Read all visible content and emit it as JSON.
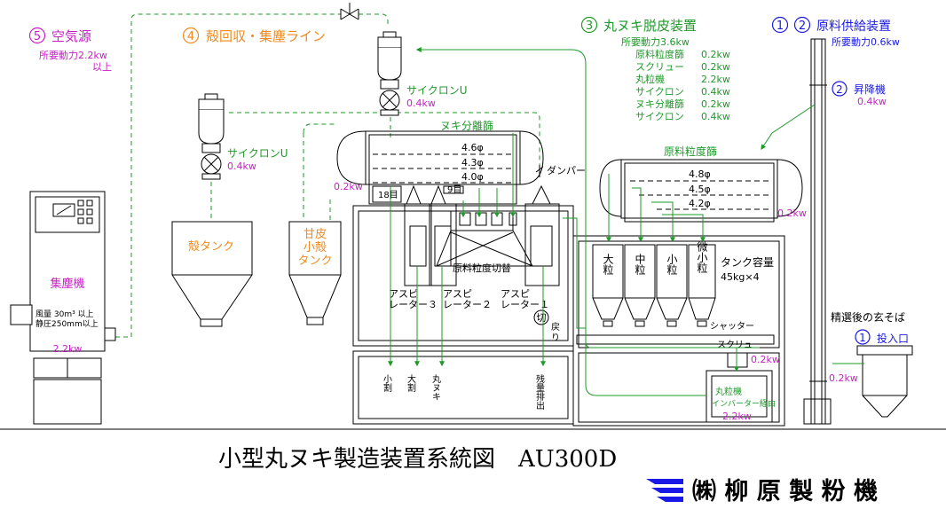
{
  "title": "小型丸ヌキ製造装置系統図　AU300D",
  "company": "㈱ 柳 原 製 粉 機",
  "colors": {
    "green": "#1f9a2a",
    "magenta": "#c81ec8",
    "orange": "#f08a1e",
    "blue": "#1a1ae6",
    "black": "#000000"
  },
  "sections": {
    "s5": {
      "num": "5",
      "label": "空気源",
      "power1": "所要動力2.2kw",
      "power2": "以上"
    },
    "s4": {
      "num": "4",
      "label": "殻回収・集塵ライン"
    },
    "s3": {
      "num": "3",
      "label": "丸ヌキ脱皮装置",
      "power": "所要動力3.6kw",
      "items": [
        {
          "name": "原料粒度篩",
          "kw": "0.2kw"
        },
        {
          "name": "スクリュー",
          "kw": "0.2kw"
        },
        {
          "name": "丸粒機",
          "kw": "2.2kw"
        },
        {
          "name": "サイクロン",
          "kw": "0.4kw"
        },
        {
          "name": "ヌキ分離篩",
          "kw": "0.2kw"
        },
        {
          "name": "サイクロン",
          "kw": "0.4kw"
        }
      ]
    },
    "s12": {
      "num1": "1",
      "num2": "2",
      "label": "原料供給装置",
      "power": "所要動力0.6kw"
    },
    "s2": {
      "num": "2",
      "label": "昇降機",
      "kw": "0.4kw"
    }
  },
  "labels": {
    "cyclone_top": "サイクロンU",
    "cyclone_top_kw": "0.4kw",
    "cyclone_left": "サイクロンU",
    "cyclone_left_kw": "0.4kw",
    "nuki_sieve": "ヌキ分離篩",
    "mesh_46": "4.6φ",
    "mesh_43": "4.3φ",
    "mesh_40": "4.0φ",
    "mesh_18": "18目",
    "mesh_9": "9目",
    "damper": "ダンパー",
    "sieve_kw_left": "0.2kw",
    "raw_sieve": "原料粒度篩",
    "mesh_48": "4.8φ",
    "mesh_45": "4.5φ",
    "mesh_42": "4.2φ",
    "raw_sieve_kw": "0.2kw",
    "husk_tank": "殻タンク",
    "kanpi_tank": [
      "甘皮",
      "小殻",
      "タンク"
    ],
    "collector": "集塵機",
    "air_volume": "風量 30m³ 以上",
    "static_pressure": "静圧250mm以上",
    "collector_kw": "2.2kw",
    "switch": "原料粒度切替",
    "aspi3": [
      "アスピ",
      "レーター３"
    ],
    "aspi2": [
      "アスピ",
      "レーター２"
    ],
    "aspi1": [
      "アスピ",
      "レーター１"
    ],
    "cut": "切",
    "return": [
      "戻",
      "り"
    ],
    "bins": [
      "大粒",
      "中粒",
      "小粒",
      "微小粒"
    ],
    "tank_capacity": "タンク容量",
    "tank_capacity2": "45kg×4",
    "shutter": "シャッター",
    "screw": "スクリュー",
    "screw_kw": "0.2kw",
    "marutsubu": "丸粒機",
    "inverter": "インバーター経由",
    "marutsubu_kw": "2.2kw",
    "outlets": [
      "小割",
      "大割",
      "丸ヌキ",
      "残量排出"
    ],
    "after_sel": "精選後の玄そば",
    "inlet_num": "1",
    "inlet": "投入口",
    "elevator_kw": "0.2kw"
  }
}
